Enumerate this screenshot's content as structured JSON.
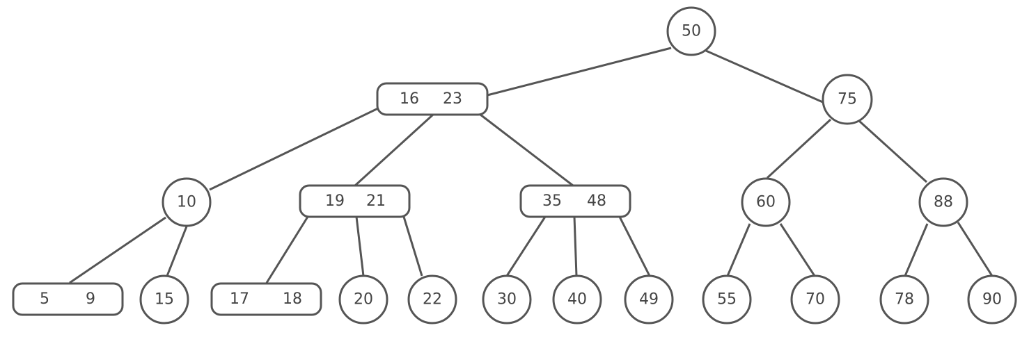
{
  "tree": {
    "nodes": [
      {
        "id": "n50",
        "keys": [
          "50"
        ]
      },
      {
        "id": "n16_23",
        "keys": [
          "16",
          "23"
        ]
      },
      {
        "id": "n75",
        "keys": [
          "75"
        ]
      },
      {
        "id": "n10",
        "keys": [
          "10"
        ]
      },
      {
        "id": "n19_21",
        "keys": [
          "19",
          "21"
        ]
      },
      {
        "id": "n35_48",
        "keys": [
          "35",
          "48"
        ]
      },
      {
        "id": "n60",
        "keys": [
          "60"
        ]
      },
      {
        "id": "n88",
        "keys": [
          "88"
        ]
      },
      {
        "id": "n5_9",
        "keys": [
          "5",
          "9"
        ]
      },
      {
        "id": "n15",
        "keys": [
          "15"
        ]
      },
      {
        "id": "n17_18",
        "keys": [
          "17",
          "18"
        ]
      },
      {
        "id": "n20",
        "keys": [
          "20"
        ]
      },
      {
        "id": "n22",
        "keys": [
          "22"
        ]
      },
      {
        "id": "n30",
        "keys": [
          "30"
        ]
      },
      {
        "id": "n40",
        "keys": [
          "40"
        ]
      },
      {
        "id": "n49",
        "keys": [
          "49"
        ]
      },
      {
        "id": "n55",
        "keys": [
          "55"
        ]
      },
      {
        "id": "n70",
        "keys": [
          "70"
        ]
      },
      {
        "id": "n78",
        "keys": [
          "78"
        ]
      },
      {
        "id": "n90",
        "keys": [
          "90"
        ]
      }
    ],
    "edges": [
      [
        "n50",
        "n16_23"
      ],
      [
        "n50",
        "n75"
      ],
      [
        "n16_23",
        "n10"
      ],
      [
        "n16_23",
        "n19_21"
      ],
      [
        "n16_23",
        "n35_48"
      ],
      [
        "n75",
        "n60"
      ],
      [
        "n75",
        "n88"
      ],
      [
        "n10",
        "n5_9"
      ],
      [
        "n10",
        "n15"
      ],
      [
        "n19_21",
        "n17_18"
      ],
      [
        "n19_21",
        "n20"
      ],
      [
        "n19_21",
        "n22"
      ],
      [
        "n35_48",
        "n30"
      ],
      [
        "n35_48",
        "n40"
      ],
      [
        "n35_48",
        "n49"
      ],
      [
        "n60",
        "n55"
      ],
      [
        "n60",
        "n70"
      ],
      [
        "n88",
        "n78"
      ],
      [
        "n88",
        "n90"
      ]
    ]
  }
}
